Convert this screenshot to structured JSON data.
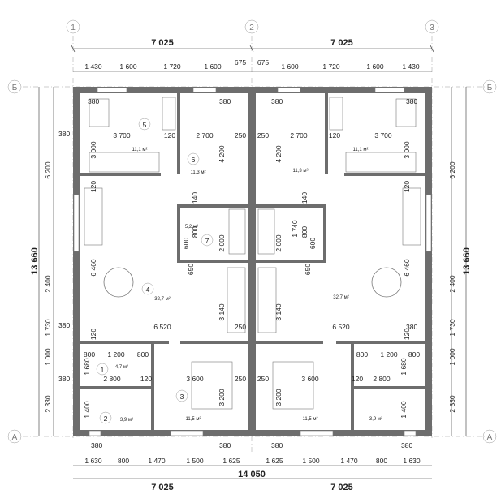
{
  "axes": {
    "vertical": [
      "1",
      "2",
      "3"
    ],
    "horizontal": [
      "Б",
      "А"
    ]
  },
  "top_dims": {
    "bays": [
      "7 025",
      "7 025"
    ],
    "center": [
      "675",
      "675"
    ],
    "left": [
      "1 430",
      "1 600",
      "1 720",
      "1 600"
    ],
    "right": [
      "1 600",
      "1 720",
      "1 600",
      "1 430"
    ]
  },
  "bottom_dims": {
    "left": [
      "1 630",
      "800",
      "1 470",
      "1 500",
      "1 625"
    ],
    "right": [
      "1 625",
      "1 500",
      "1 470",
      "800",
      "1 630"
    ],
    "total": "14 050",
    "bays": [
      "7 025",
      "7 025"
    ]
  },
  "side_dims": {
    "total": "13 660",
    "segments": [
      "6 200",
      "2 400",
      "1 730",
      "1 000",
      "2 330"
    ]
  },
  "wall_thickness": "380",
  "rooms": [
    {
      "num": "5",
      "area": "11,1 м²"
    },
    {
      "num": "6",
      "area": "11,3 м²"
    },
    {
      "num": "7",
      "area": "5,2 м²"
    },
    {
      "num": "4",
      "area": "32,7 м²"
    },
    {
      "num": "1",
      "area": "4,7 м²"
    },
    {
      "num": "3",
      "area": "11,5 м²"
    },
    {
      "num": "2",
      "area": "3,9 м²"
    }
  ],
  "mirror_areas": [
    "11,1 м²",
    "11,3 м²",
    "32,7 м²",
    "11,5 м²",
    "3,9 м²"
  ],
  "inner_dims": {
    "w3700": "3 700",
    "w2700": "2 700",
    "w6520": "6 520",
    "w3600": "3 600",
    "w2800": "2 800",
    "w1200": "1 200",
    "w800": "800",
    "w120": "120",
    "w250": "250",
    "w380": "380",
    "h3000": "3 000",
    "h4200": "4 200",
    "h6460": "6 460",
    "h3140": "3 140",
    "h3200": "3 200",
    "h2000": "2 000",
    "h1740": "1 740",
    "h1680": "1 680",
    "h1400": "1 400",
    "h1000": "1 000",
    "h800": "800",
    "h600": "600",
    "h650": "650",
    "h140": "140"
  }
}
